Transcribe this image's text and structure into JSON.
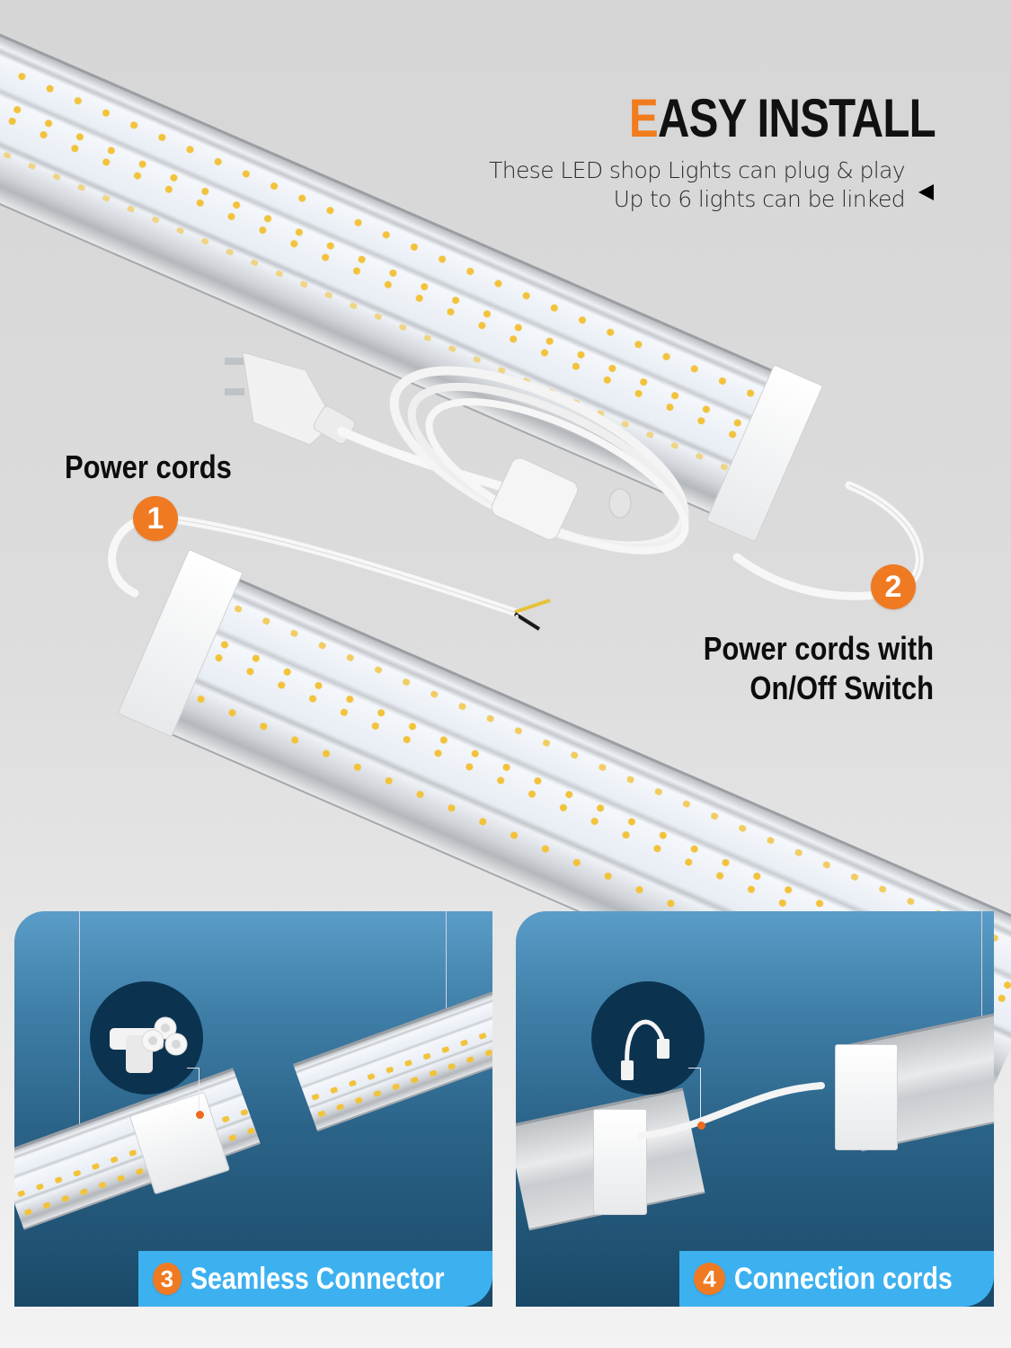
{
  "header": {
    "title_first_letter": "E",
    "title_rest": "ASY INSTALL",
    "subtitle_line1": "These LED shop Lights can plug & play",
    "subtitle_line2": "Up to 6 lights can be linked"
  },
  "callouts": [
    {
      "number": "1",
      "label": "Power cords"
    },
    {
      "number": "2",
      "label_line1": "Power cords with",
      "label_line2": "On/Off Switch"
    }
  ],
  "panels": [
    {
      "number": "3",
      "caption": "Seamless Connector",
      "inset": "three-way-connector"
    },
    {
      "number": "4",
      "caption": "Connection cords",
      "inset": "linking-cord"
    }
  ],
  "colors": {
    "accent_orange": "#ef7a22",
    "caption_blue": "#3db1f0",
    "panel_dark_blue": "#1a4968",
    "led_yellow": "#f2c23a"
  }
}
